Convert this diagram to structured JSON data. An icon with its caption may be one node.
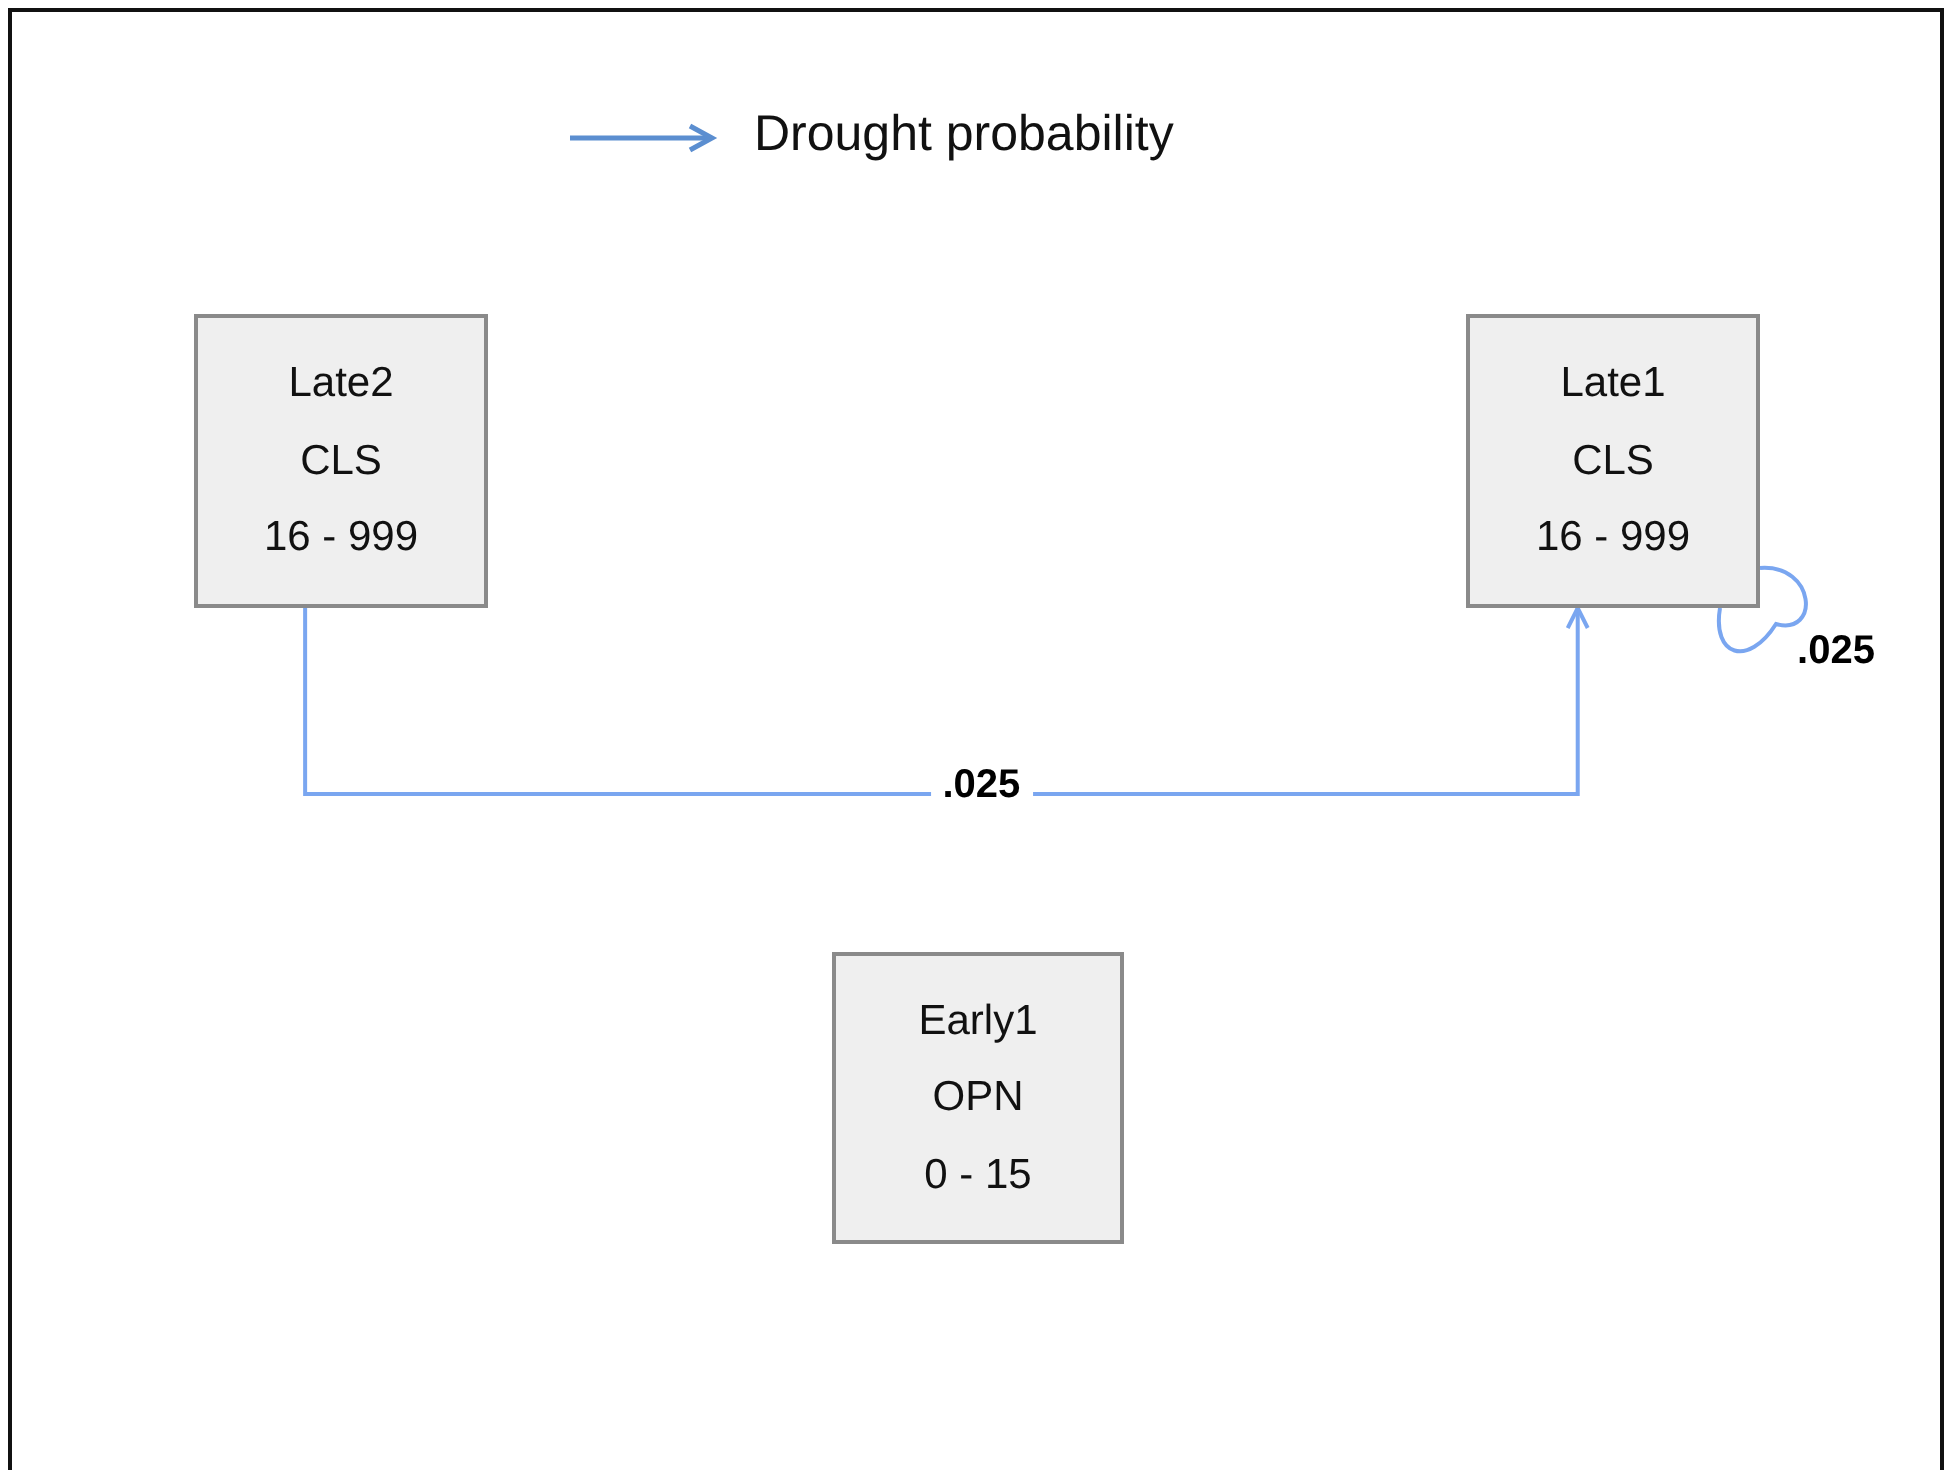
{
  "diagram": {
    "nodes": [
      {
        "text": [
          "Late2",
          "CLS",
          "16 - 999"
        ]
      },
      {
        "text": [
          "Late1",
          "CLS",
          "16 - 999"
        ]
      },
      {
        "text": [
          "Early1",
          "OPN",
          "0 - 15"
        ]
      }
    ],
    "edges": [
      {
        "from": 0,
        "to": 1,
        "arrow": "to",
        "label": ".025"
      },
      {
        "from": 1,
        "to": 1,
        "arrow": "none",
        "label": ".025"
      }
    ],
    "legend": [
      {
        "text": "Drought probability"
      }
    ]
  }
}
